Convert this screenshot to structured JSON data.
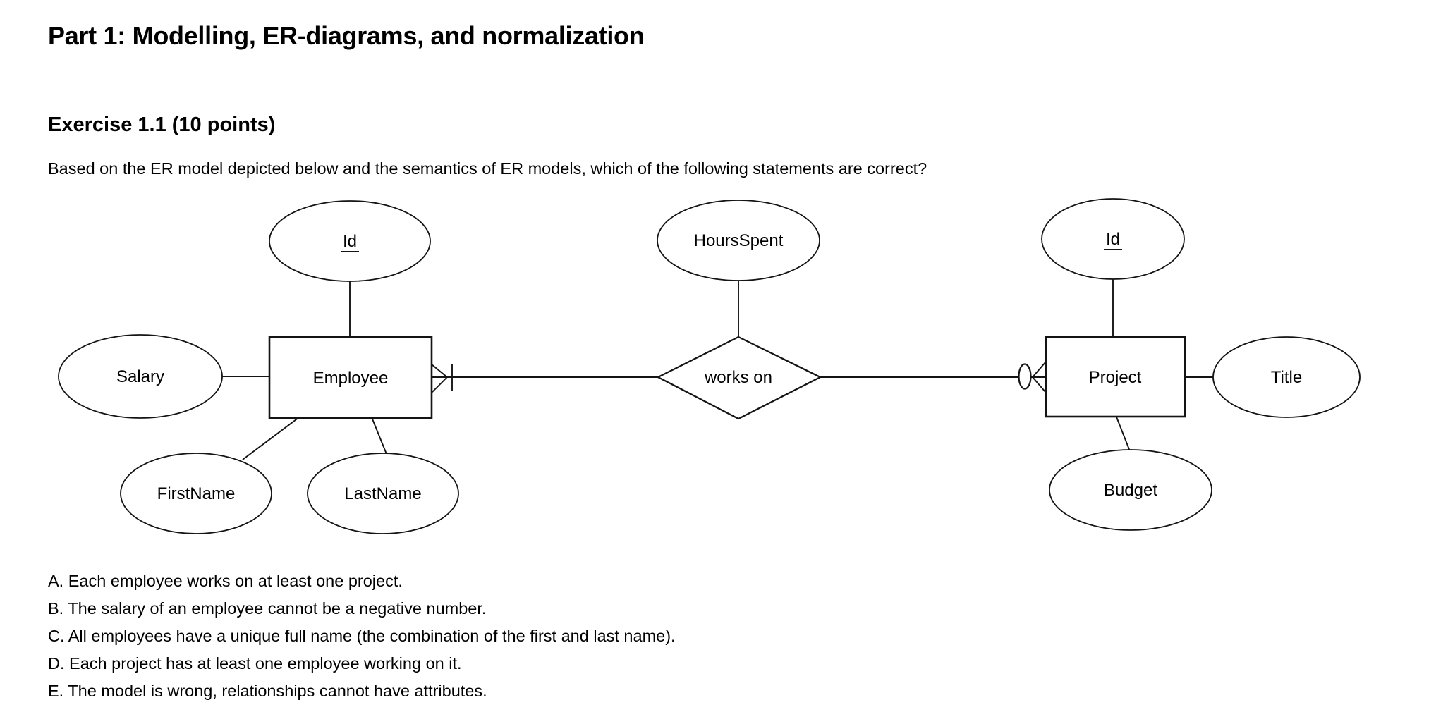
{
  "page": {
    "title": "Part 1: Modelling, ER-diagrams, and normalization",
    "exercise": {
      "heading": "Exercise 1.1 (10 points)",
      "question": "Based on the ER model depicted below and the semantics of ER models, which of the following statements are correct?",
      "options": [
        "A. Each employee works on at least one project.",
        "B. The salary of an employee cannot be a negative number.",
        "C. All employees have a unique full name (the combination of the first and last name).",
        "D. Each project has at least one employee working on it.",
        "E. The model is wrong, relationships cannot have attributes."
      ]
    }
  },
  "diagram": {
    "employee": {
      "name": "Employee",
      "key_attribute": "Id",
      "attributes": {
        "salary": "Salary",
        "first_name": "FirstName",
        "last_name": "LastName"
      }
    },
    "relationship": {
      "name": "works on",
      "attribute": "HoursSpent"
    },
    "project": {
      "name": "Project",
      "key_attribute": "Id",
      "attributes": {
        "title": "Title",
        "budget": "Budget"
      }
    },
    "notation": {
      "employee_side_icon": "crow-foot-with-bar",
      "project_side_icon": "circle-with-crow-foot"
    },
    "colors": {
      "stroke": "#141414",
      "text": "#000000",
      "fill": "#ffffff"
    }
  }
}
